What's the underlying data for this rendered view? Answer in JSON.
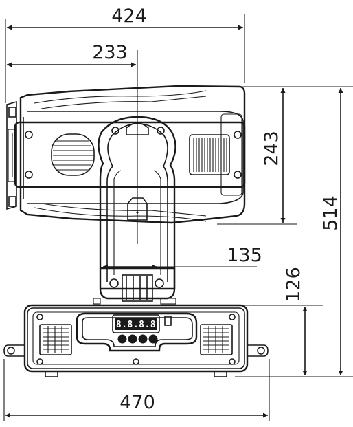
{
  "dimensions": {
    "overall_width": "424",
    "yoke_offset": "233",
    "head_height": "243",
    "total_height": "514",
    "yoke_arm_width": "135",
    "base_height": "126",
    "base_width": "470"
  },
  "display": {
    "readout": "8.8.8.8"
  },
  "colors": {
    "line": "#1a1a1a",
    "background": "#ffffff"
  }
}
